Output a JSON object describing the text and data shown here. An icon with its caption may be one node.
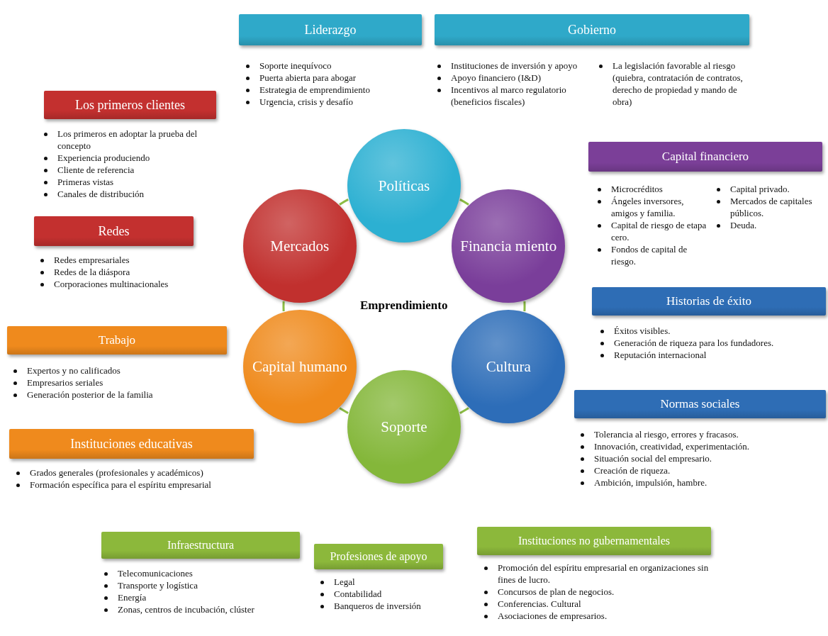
{
  "diagram": {
    "nodes": [
      {
        "text": [
          "Liderazgo"
        ],
        "beside": [
          "Soporte inequívoco",
          "Puerta abierta para abogar",
          "Estrategia de emprendimiento",
          "Urgencia, crisis y desafío"
        ]
      },
      {
        "text": [
          "Gobierno"
        ],
        "beside": [
          "Instituciones de inversión y apoyo",
          "Apoyo financiero (I&D)",
          "Incentivos al marco regulatorio (beneficios fiscales)",
          "La legislación favorable al riesgo (quiebra, contratación de contratos, derecho de propiedad y mando de obra)"
        ]
      },
      {
        "text": [
          "Los primeros clientes"
        ],
        "beside": [
          "Los primeros en adoptar la prueba del concepto",
          "Experiencia produciendo",
          "Cliente de referencia",
          "Primeras vistas",
          "Canales de distribución"
        ]
      },
      {
        "text": [
          "Capital financiero"
        ],
        "beside": [
          "Microcréditos",
          "Ángeles inversores, amigos y familia.",
          "Capital de riesgo de etapa cero.",
          "Fondos de capital de riesgo.",
          "Capital privado.",
          "Mercados de capitales públicos.",
          "Deuda."
        ]
      },
      {
        "text": [
          "Redes"
        ],
        "beside": [
          "Redes empresariales",
          "Redes de la diáspora",
          "Corporaciones multinacionales"
        ]
      },
      {
        "text": [
          "Historias de éxito"
        ],
        "beside": [
          "Éxitos visibles.",
          "Generación de riqueza para los fundadores.",
          "Reputación internacional"
        ]
      },
      {
        "text": [
          "Trabajo"
        ],
        "beside": [
          "Expertos y no calificados",
          "Empresarios seriales",
          "Generación posterior de la familia"
        ]
      },
      {
        "text": [
          "Normas sociales"
        ],
        "beside": [
          "Tolerancia al riesgo, errores y fracasos.",
          "Innovación, creatividad, experimentación.",
          "Situación social del empresario.",
          "Creación de riqueza.",
          "Ambición, impulsión, hambre."
        ]
      },
      {
        "text": [
          "Instituciones educativas"
        ],
        "beside": [
          "Grados generales (profesionales y académicos)",
          "Formación específica para el espíritu empresarial"
        ]
      },
      {
        "text": [
          "Infraestructura"
        ],
        "beside": [
          "Telecomunicaciones",
          "Transporte y logística",
          "Energía",
          "Zonas, centros de incubación, clúster"
        ]
      },
      {
        "text": [
          "Profesiones de apoyo"
        ],
        "beside": [
          "Legal",
          "Contabilidad",
          "Banqueros de inversión"
        ]
      },
      {
        "text": [
          "Instituciones no gubernamentales"
        ],
        "beside": [
          "Promoción del espíritu empresarial en organizaciones sin fines de lucro.",
          "Concursos de plan de negocios.",
          "Conferencias. Cultural",
          "Asociaciones de empresarios."
        ]
      },
      {
        "text": [
          "Políticas"
        ]
      },
      {
        "text": [
          "Financia miento"
        ]
      },
      {
        "text": [
          "Cultura"
        ]
      },
      {
        "text": [
          "Soporte"
        ]
      },
      {
        "text": [
          "Capital humano"
        ]
      },
      {
        "text": [
          "Mercados"
        ]
      }
    ],
    "edges": [
      {
        "from": 12,
        "to": 13,
        "arrow": "none"
      },
      {
        "from": 13,
        "to": 14,
        "arrow": "none"
      },
      {
        "from": 14,
        "to": 15,
        "arrow": "none"
      },
      {
        "from": 15,
        "to": 16,
        "arrow": "none"
      },
      {
        "from": 16,
        "to": 17,
        "arrow": "none"
      },
      {
        "from": 17,
        "to": 12,
        "arrow": "none"
      }
    ],
    "labels": [
      "Emprendimiento"
    ]
  }
}
